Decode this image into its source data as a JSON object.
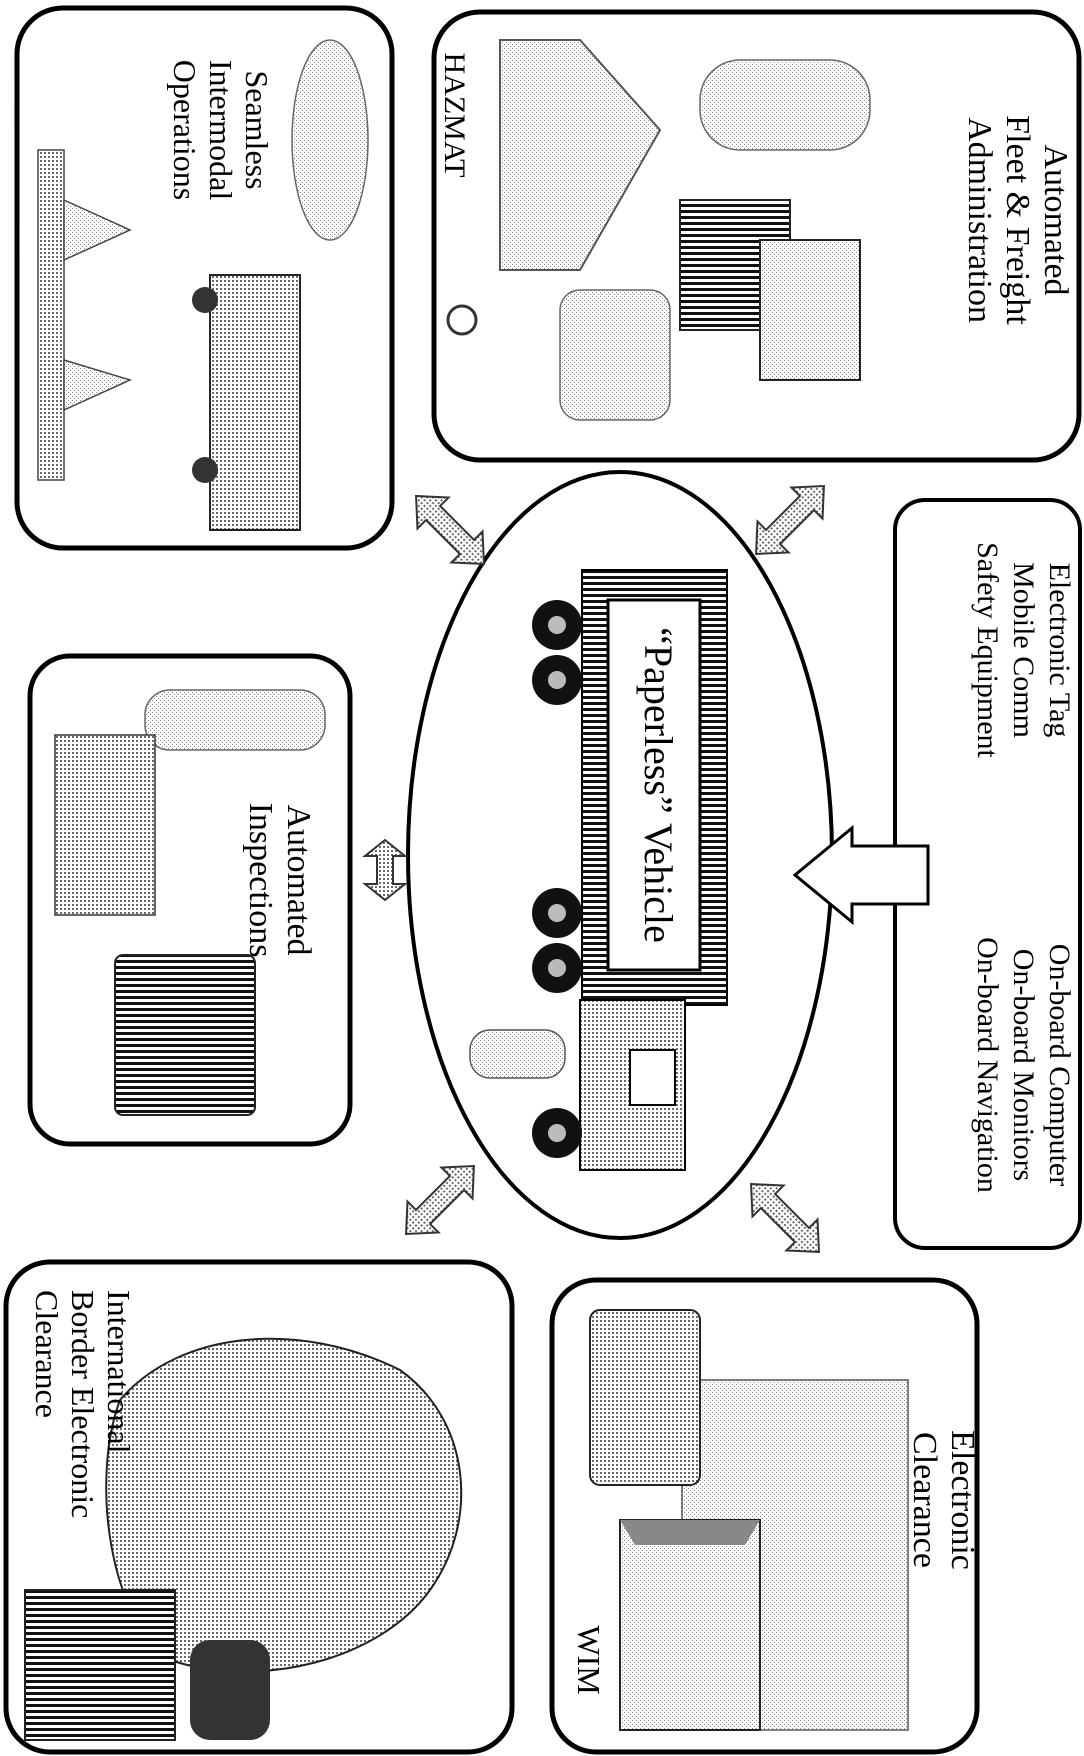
{
  "diagram": {
    "center": {
      "label": "“Paperless” Vehicle"
    },
    "equipment": {
      "left_column": [
        "Electronic Tag",
        "Mobile Comm",
        "Safety Equipment"
      ],
      "right_column": [
        "On-board Computer",
        "On-board Monitors",
        "On-board Navigation"
      ]
    },
    "panels": {
      "fleet_admin": {
        "lines": [
          "Automated",
          "Fleet & Freight",
          "Administration"
        ]
      },
      "hazmat": {
        "label": "HAZMAT"
      },
      "intermodal": {
        "lines": [
          "Seamless",
          "Intermodal",
          "Operations"
        ]
      },
      "inspections": {
        "lines": [
          "Automated",
          "Inspections"
        ]
      },
      "electronic_clearance": {
        "lines": [
          "Electronic",
          "Clearance"
        ]
      },
      "wim": {
        "label": "WIM"
      },
      "border": {
        "lines": [
          "International",
          "Border Electronic",
          "Clearance"
        ]
      }
    }
  }
}
